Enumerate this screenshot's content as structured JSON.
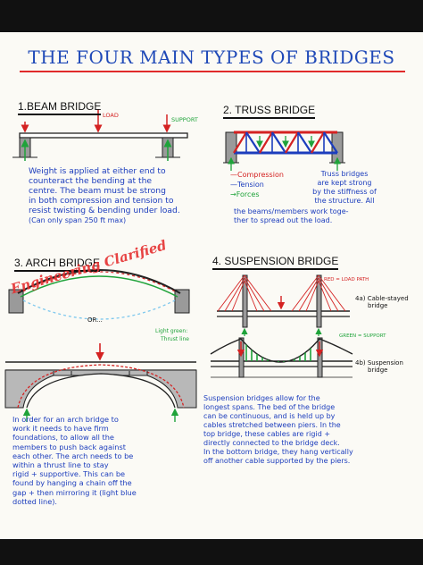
{
  "title": "THE FOUR MAIN TYPES OF BRIDGES",
  "watermark": "Engineering Clarified",
  "colors": {
    "title_blue": "#1f49b8",
    "text_blue": "#1c3dbd",
    "red": "#d42222",
    "green": "#1fa33a"
  },
  "beam": {
    "heading": "1.BEAM BRIDGE",
    "load_label": "LOAD",
    "support_label": "SUPPORT",
    "text_lines": [
      "Weight is applied at either end to",
      "counteract the bending at the",
      "centre. The beam must be strong",
      "in both compression and tension to",
      "resist twisting & bending under load.",
      "(Can only span 250 ft max)"
    ]
  },
  "truss": {
    "heading": "2. TRUSS BRIDGE",
    "legend": [
      {
        "symbol": "—",
        "label": "Compression",
        "color": "red"
      },
      {
        "symbol": "—",
        "label": "Tension",
        "color": "blue"
      },
      {
        "symbol": "→",
        "label": "Forces",
        "color": "green"
      }
    ],
    "text_lines_right": [
      "Truss bridges",
      "are kept strong",
      "by the stiffness of",
      "the structure. All"
    ],
    "text_lines_bottom": [
      "the beams/members work toge-",
      "ther to spread out the load."
    ]
  },
  "arch": {
    "heading": "3. ARCH BRIDGE",
    "or_label": "OR...",
    "light_green_label": "Light green:",
    "thrust_label": "Thrust line",
    "text_lines": [
      "In order for an arch bridge to",
      "work it needs to have firm",
      "foundations, to allow all the",
      "members to push back against",
      "each other. The arch needs to be",
      "within a thrust line to stay",
      "rigid + supportive. This can be",
      "found by hanging a chain off the",
      "gap + then mirroring it (light blue",
      "dotted line)."
    ]
  },
  "suspension": {
    "heading": "4. SUSPENSION BRIDGE",
    "red_label": "RED = LOAD PATH",
    "green_label": "GREEN = SUPPORT",
    "label_4a_lines": [
      "4a) Cable-stayed",
      "bridge"
    ],
    "label_4b_lines": [
      "4b) Suspension",
      "bridge"
    ],
    "text_lines": [
      "Suspension bridges allow for the",
      "longest spans. The bed of the bridge",
      "can be continuous, and is held up by",
      "cables stretched between piers. In the",
      "top bridge, these cables are rigid +",
      "directly connected to the bridge deck.",
      "In the bottom bridge, they hang vertically",
      "off another cable supported by the piers."
    ]
  }
}
